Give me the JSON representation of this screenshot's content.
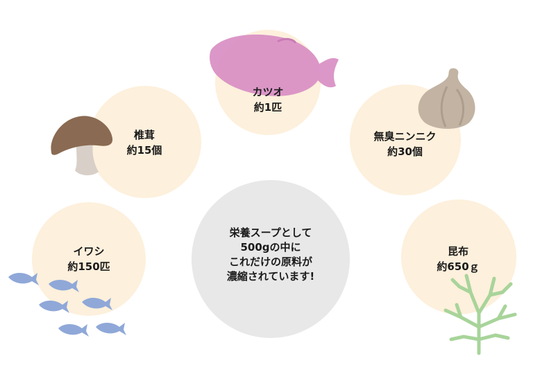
{
  "center": {
    "lines": [
      "栄養スープとして",
      "500gの中に",
      "これだけの原料が",
      "濃縮されています!"
    ]
  },
  "ingredients": [
    {
      "name": "カツオ",
      "amount": "約1匹",
      "icon": "bonito-fish-icon"
    },
    {
      "name": "椎茸",
      "amount": "約15個",
      "icon": "shiitake-mushroom-icon"
    },
    {
      "name": "無臭ニンニク",
      "amount": "約30個",
      "icon": "garlic-icon"
    },
    {
      "name": "イワシ",
      "amount": "約150匹",
      "icon": "sardines-icon"
    },
    {
      "name": "昆布",
      "amount": "約650ｇ",
      "icon": "kelp-icon"
    }
  ],
  "colors": {
    "circle_fill": "#fdf0dc",
    "center_fill": "#e8e8e8",
    "fish": "#d88ec3",
    "mushroom_cap": "#8a6a52",
    "mushroom_stem": "#d8cfc8",
    "garlic": "#c2b3a3",
    "sardine": "#8fa8d8",
    "kelp": "#a8d49a"
  }
}
